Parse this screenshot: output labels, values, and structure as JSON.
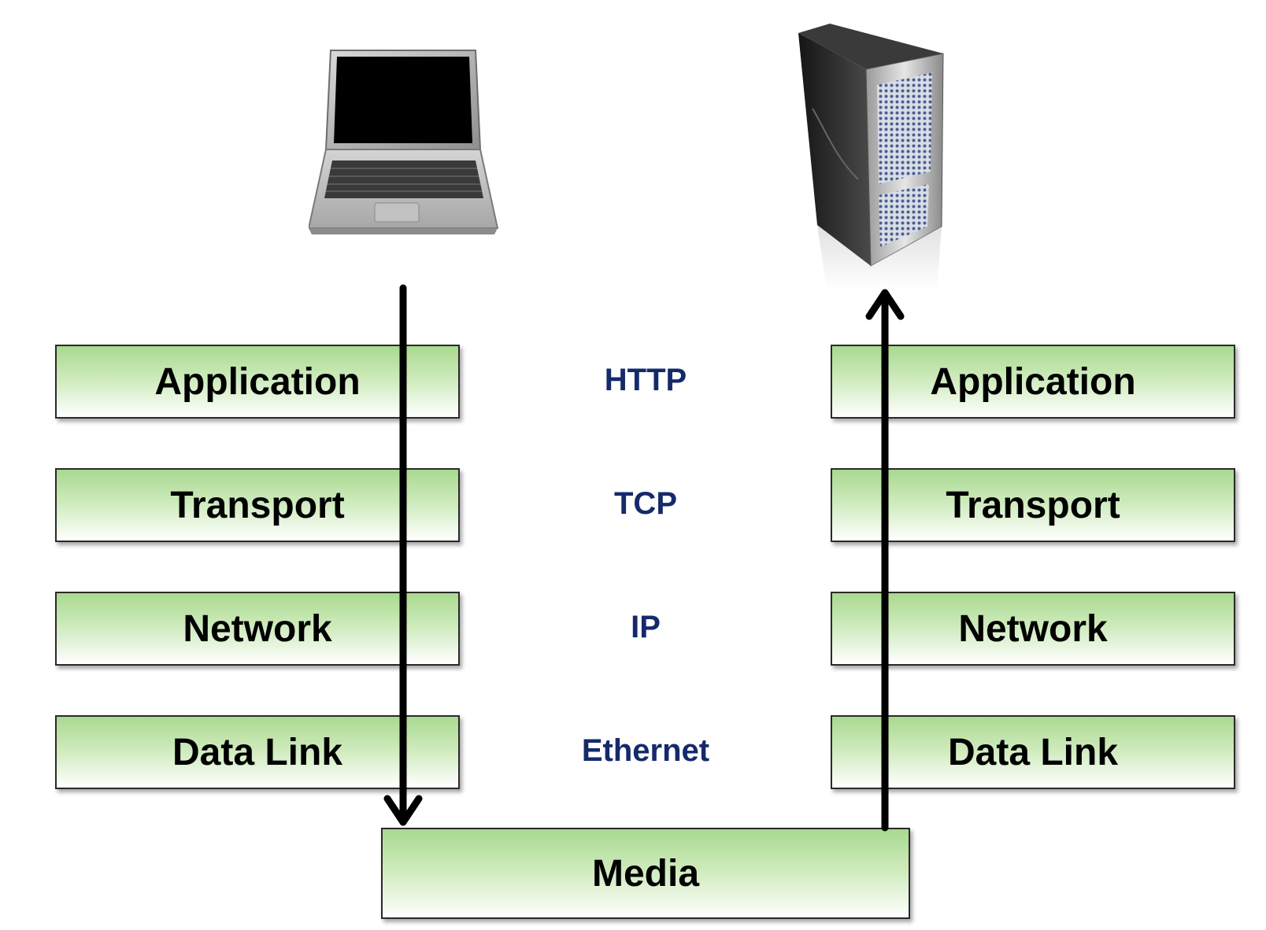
{
  "client": {
    "icon": "laptop-icon",
    "layers": [
      "Application",
      "Transport",
      "Network",
      "Data Link"
    ]
  },
  "server": {
    "icon": "server-tower-icon",
    "layers": [
      "Application",
      "Transport",
      "Network",
      "Data Link"
    ]
  },
  "protocols": [
    "HTTP",
    "TCP",
    "IP",
    "Ethernet"
  ],
  "media": "Media",
  "colors": {
    "layer_fill_top": "#a9d98f",
    "layer_fill_bottom": "#ffffff",
    "protocol_text": "#152a6b",
    "arrow": "#000000"
  }
}
